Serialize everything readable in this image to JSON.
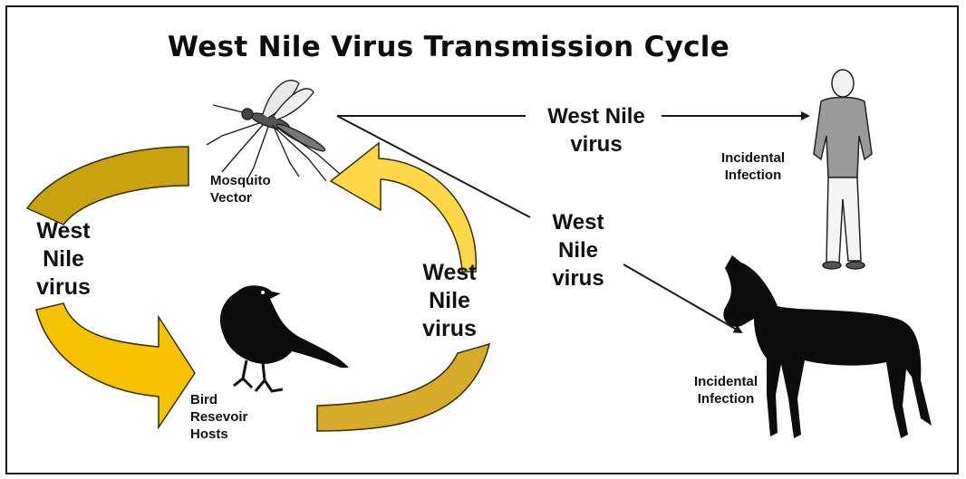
{
  "title": "West Nile Virus Transmission Cycle",
  "labels": {
    "mosquito": [
      "Mosquito",
      "Vector"
    ],
    "bird": [
      "Bird",
      "Resevoir",
      "Hosts"
    ],
    "human_infection": [
      "Incidental",
      "Infection"
    ],
    "horse_infection": [
      "Incidental",
      "Infection"
    ]
  },
  "virus_labels": {
    "left_cycle": [
      "West",
      "Nile",
      "virus"
    ],
    "right_cycle": [
      "West",
      "Nile",
      "virus"
    ],
    "to_human": [
      "West Nile",
      "virus"
    ],
    "to_horse": [
      "West",
      "Nile",
      "virus"
    ]
  },
  "colors": {
    "arrow_dark_gold": "#c9a20f",
    "arrow_yellow": "#f7c300",
    "arrow_light_yellow": "#ffd84a",
    "arrow_gold": "#d7ab2a",
    "line": "#1a1a1a"
  },
  "icons": [
    "mosquito-icon",
    "crow-icon",
    "man-icon",
    "horse-icon"
  ]
}
